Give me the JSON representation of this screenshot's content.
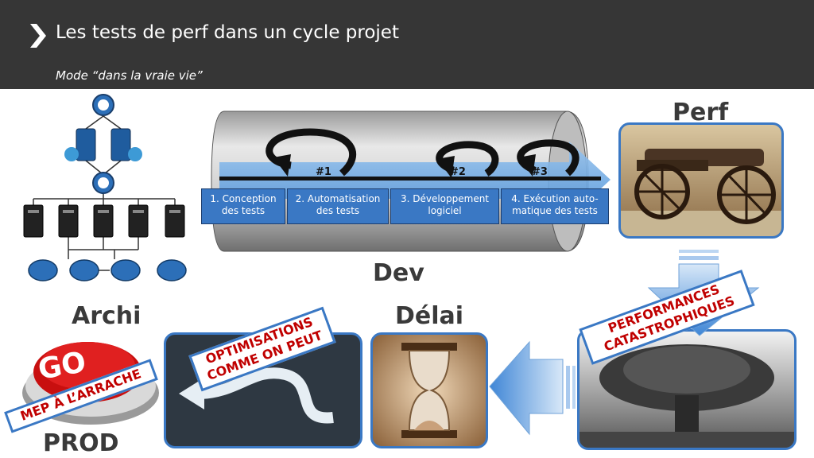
{
  "header": {
    "title": "Les tests de perf dans un cycle projet",
    "subtitle": "Mode “dans la vraie vie”"
  },
  "labels": {
    "perf": "Perf",
    "dev": "Dev",
    "archi": "Archi",
    "delai": "Délai",
    "prod": "PROD"
  },
  "iterations": [
    "#1",
    "#2",
    "#3"
  ],
  "steps": [
    {
      "line1": "1. Conception",
      "line2": "des tests"
    },
    {
      "line1": "2. Automatisation",
      "line2": "des tests"
    },
    {
      "line1": "3. Développement",
      "line2": "logiciel"
    },
    {
      "line1": "4. Exécution auto-",
      "line2": "matique des tests"
    }
  ],
  "tags": {
    "performances_line1": "PERFORMANCES",
    "performances_line2": "CATASTROPHIQUES",
    "optimisations_line1": "OPTIMISATIONS",
    "optimisations_line2": "COMME ON PEUT",
    "mep": "MEP À L’ARRACHE"
  },
  "go_button_text": "GO",
  "colors": {
    "header_bg": "#363636",
    "accent_blue": "#3a78c4",
    "tag_red": "#c00000",
    "label_gray": "#3a3a3a"
  }
}
